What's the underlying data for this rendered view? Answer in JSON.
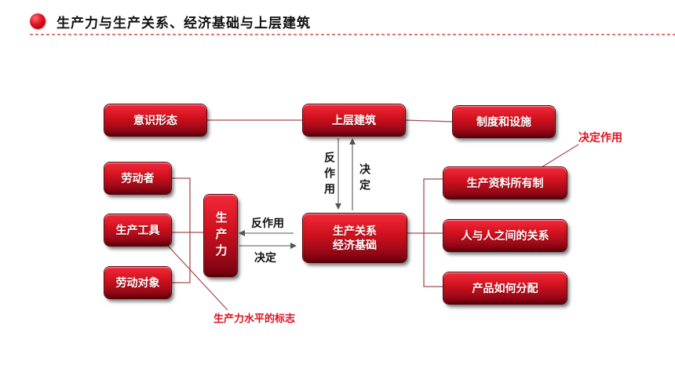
{
  "header": {
    "title": "生产力与生产关系、经济基础与上层建筑"
  },
  "nodes": {
    "ideology": "意识形态",
    "superstructure": "上层建筑",
    "institutions": "制度和设施",
    "laborer": "劳动者",
    "tools": "生产工具",
    "labor_object": "劳动对象",
    "productive_forces": "生产力",
    "relations_base": {
      "line1": "生产关系",
      "line2": "经济基础"
    },
    "ownership": "生产资料所有制",
    "human_relations": "人与人之间的关系",
    "distribution": "产品如何分配"
  },
  "labels": {
    "vertical_reaction": "反作用",
    "vertical_determine": "决定",
    "horizontal_reaction": "反作用",
    "horizontal_determine": "决定",
    "decisive_role": "决定作用",
    "productivity_sign": "生产力水平的标志"
  },
  "colors": {
    "box_red": "#d3121f",
    "accent_red": "#e0101e",
    "connector": "#a84a52",
    "arrow": "#555555"
  }
}
